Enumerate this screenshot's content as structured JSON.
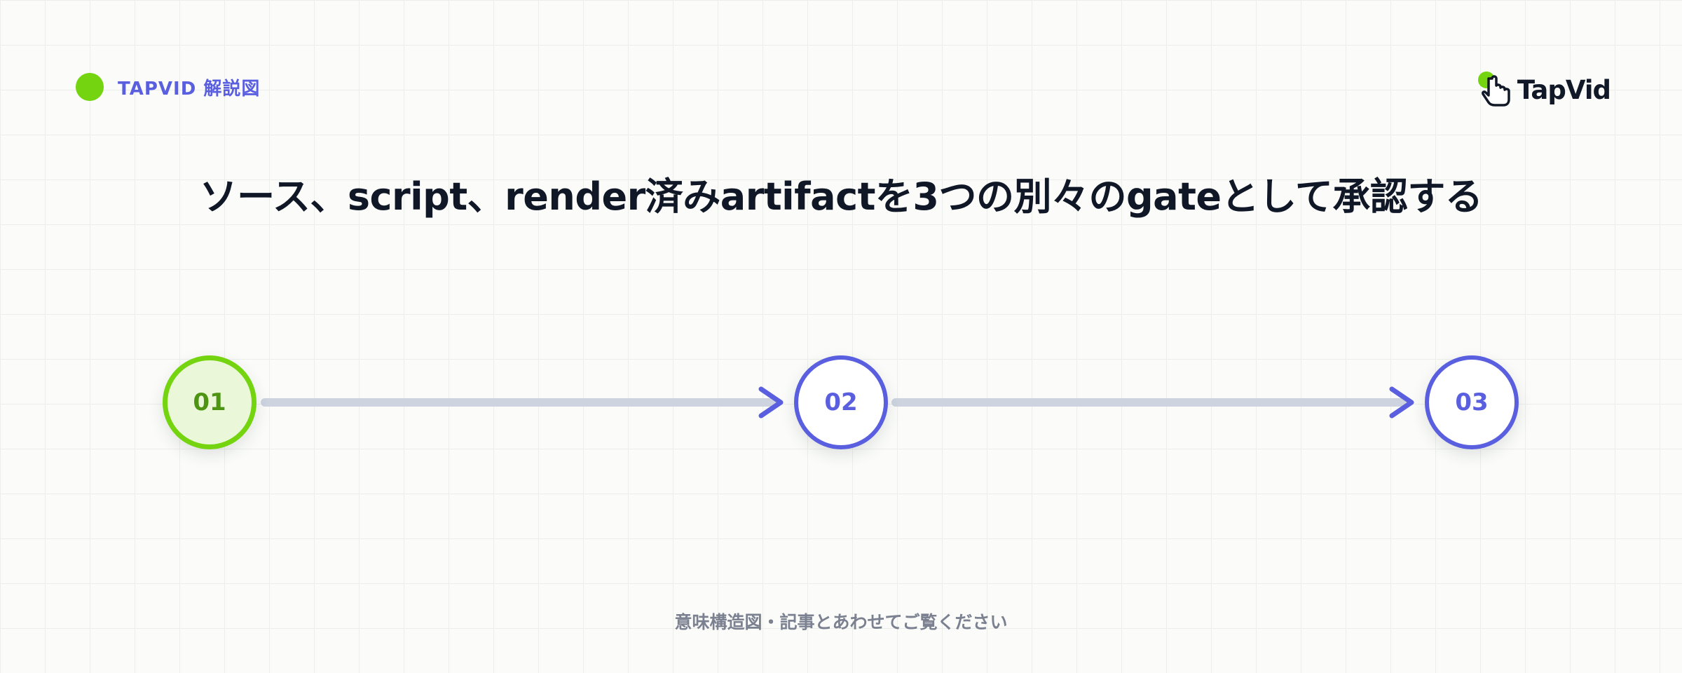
{
  "brand": {
    "label": "TAPVID 解説図",
    "accent_color": "#74d40f",
    "label_color": "#5a5fe0"
  },
  "logo": {
    "text": "TapVid",
    "icon": "pointing-hand-icon"
  },
  "title": "ソース、script、render済みartifactを3つの別々のgateとして承認する",
  "steps": [
    {
      "label": "01",
      "state": "active"
    },
    {
      "label": "02",
      "state": "pending"
    },
    {
      "label": "03",
      "state": "pending"
    }
  ],
  "colors": {
    "active": "#74d40f",
    "pending": "#5a5fe0",
    "connector": "#cdd4e0"
  },
  "footer": "意味構造図・記事とあわせてご覧ください"
}
